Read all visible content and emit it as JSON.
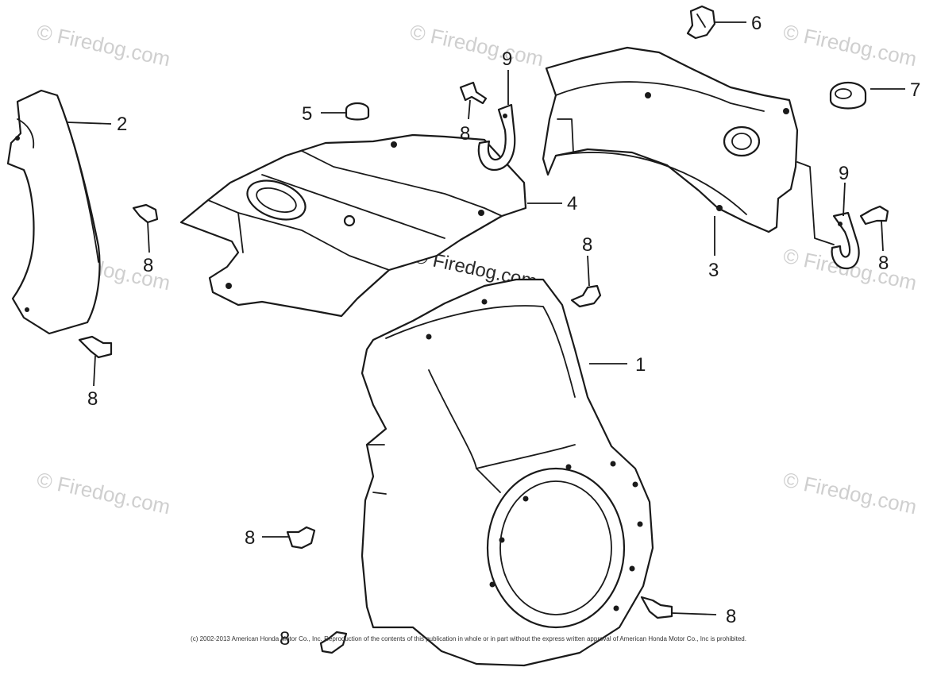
{
  "watermark": "© Firedog.com",
  "copyright": "(c) 2002-2013 American Honda Motor Co., Inc. Reproduction of the contents of this publication in whole or in part without the express written approval of American Honda Motor Co., Inc is prohibited.",
  "callouts": {
    "c1": "1",
    "c2": "2",
    "c3": "3",
    "c4": "4",
    "c5": "5",
    "c6": "6",
    "c7": "7",
    "c8a": "8",
    "c8b": "8",
    "c8c": "8",
    "c8d": "8",
    "c8e": "8",
    "c8f": "8",
    "c8g": "8",
    "c8h": "8",
    "c9a": "9",
    "c9b": "9"
  }
}
